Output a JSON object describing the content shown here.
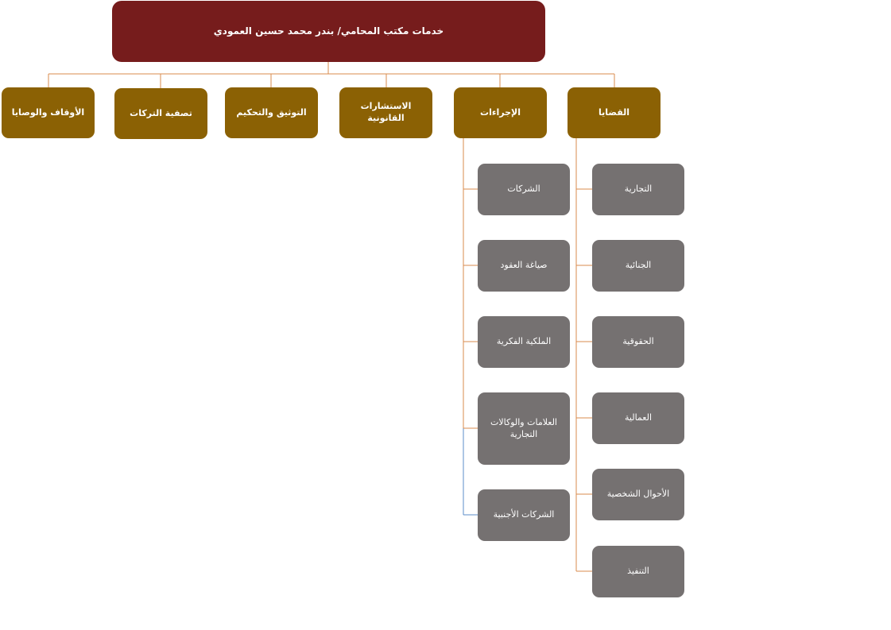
{
  "root": {
    "label": "خدمات مكتب المحامي/ بندر محمد حسين العمودي"
  },
  "categories": [
    {
      "id": "cases",
      "label": "القضايا"
    },
    {
      "id": "procedures",
      "label": "الإجراءات"
    },
    {
      "id": "consultations",
      "label": "الاستشارات القانونية"
    },
    {
      "id": "notarization",
      "label": "التوثيق والتحكيم"
    },
    {
      "id": "estates",
      "label": "تصفية التركات"
    },
    {
      "id": "endowments",
      "label": "الأوقاف والوصايا"
    }
  ],
  "cases_children": [
    "التجارية",
    "الجنائية",
    "الحقوقية",
    "العمالية",
    "الأحوال الشخصية",
    "التنفيذ"
  ],
  "procedures_children": [
    "الشركات",
    "صياغة العقود",
    "الملكية الفكرية",
    "العلامات والوكالات التجارية",
    "الشركات الأجنبية"
  ],
  "colors": {
    "root": "#761c1c",
    "category": "#8b6104",
    "child": "#757171",
    "connector": "#d98b4e",
    "connector_alt": "#5b8ec9"
  }
}
